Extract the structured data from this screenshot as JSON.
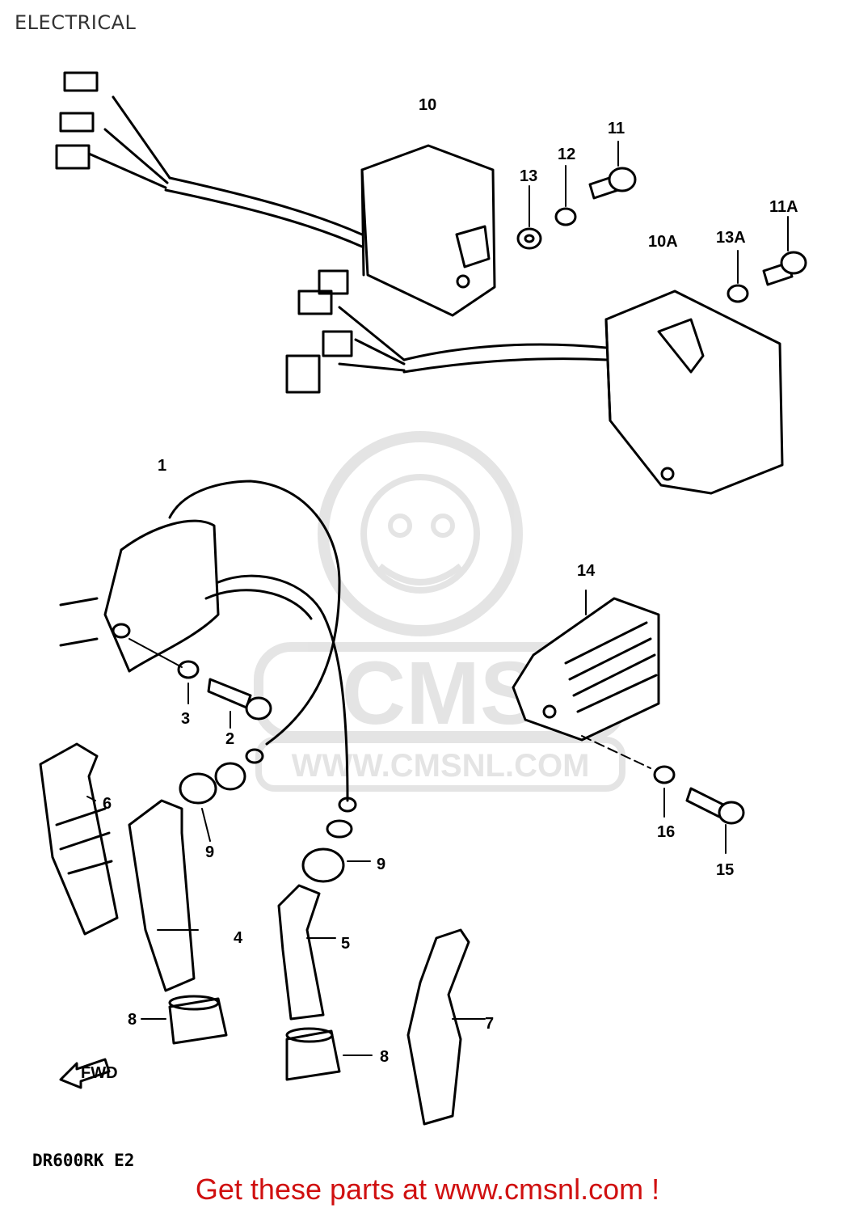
{
  "page": {
    "title": "ELECTRICAL",
    "model_code": "DR600RK E2",
    "footer_link": "Get these parts at www.cmsnl.com !"
  },
  "watermark": {
    "logo_text": "CMS",
    "url_text": "WWW.CMSNL.COM"
  },
  "colors": {
    "footer": "#d01010",
    "line": "#000000",
    "watermark": "#c8c8c8"
  },
  "parts": {
    "p1": "1",
    "p2": "2",
    "p3": "3",
    "p4": "4",
    "p5": "5",
    "p6": "6",
    "p7": "7",
    "p8a": "8",
    "p8b": "8",
    "p9a": "9",
    "p9b": "9",
    "p10": "10",
    "p10a": "10A",
    "p11": "11",
    "p11a": "11A",
    "p12": "12",
    "p13": "13",
    "p13a": "13A",
    "p14": "14",
    "p15": "15",
    "p16": "16"
  },
  "front_arrow": "FWD"
}
